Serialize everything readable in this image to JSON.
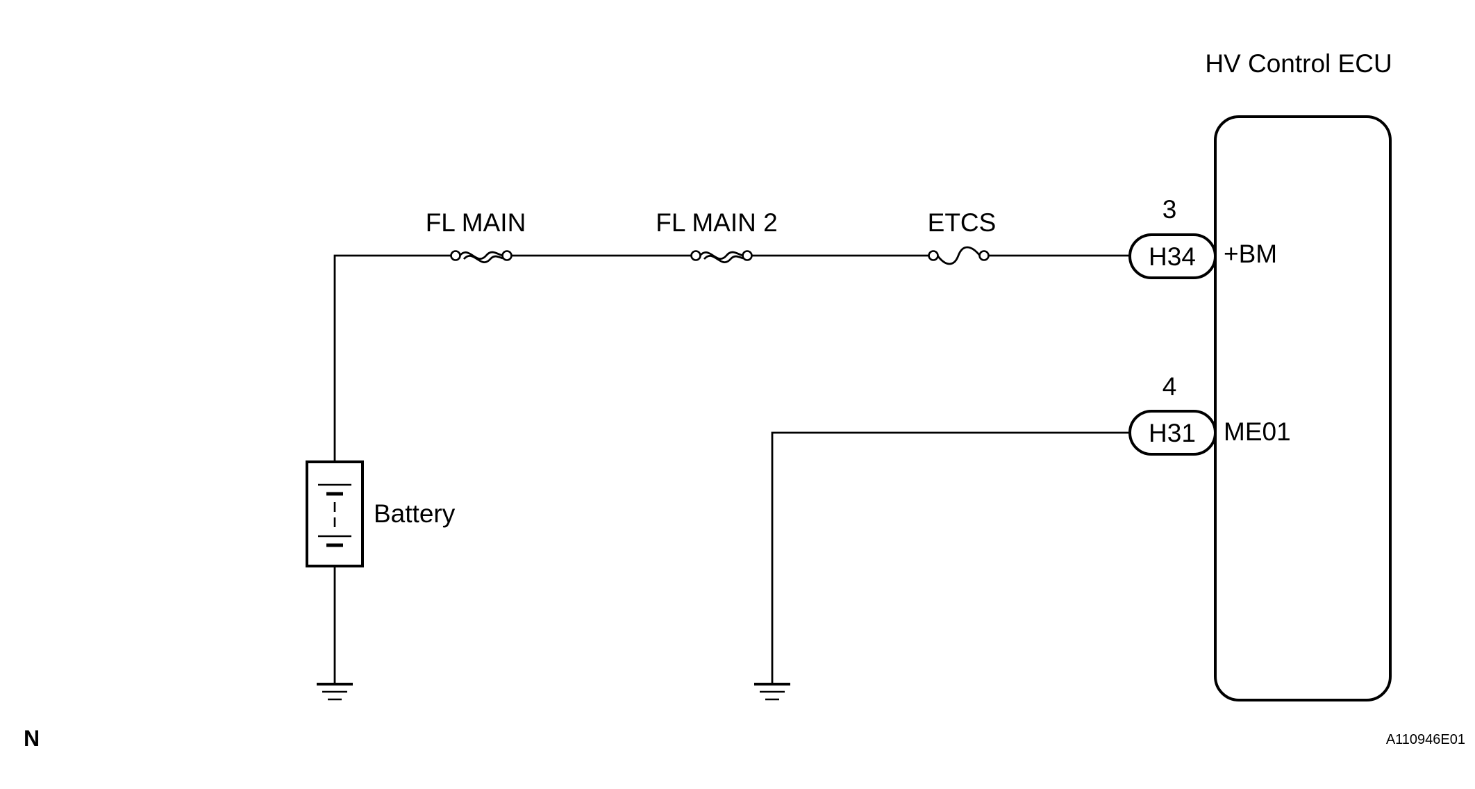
{
  "ecu": {
    "title": "HV Control ECU"
  },
  "fuses": [
    {
      "label": "FL MAIN",
      "type": "fusible-link"
    },
    {
      "label": "FL MAIN 2",
      "type": "fusible-link"
    },
    {
      "label": "ETCS",
      "type": "fuse"
    }
  ],
  "connectors": [
    {
      "pin_number": "3",
      "connector_id": "H34",
      "terminal": "+BM"
    },
    {
      "pin_number": "4",
      "connector_id": "H31",
      "terminal": "ME01"
    }
  ],
  "battery": {
    "label": "Battery"
  },
  "footer": {
    "left_code": "N",
    "figure_id": "A110946E01"
  },
  "colors": {
    "line": "#000000",
    "background": "#ffffff"
  }
}
